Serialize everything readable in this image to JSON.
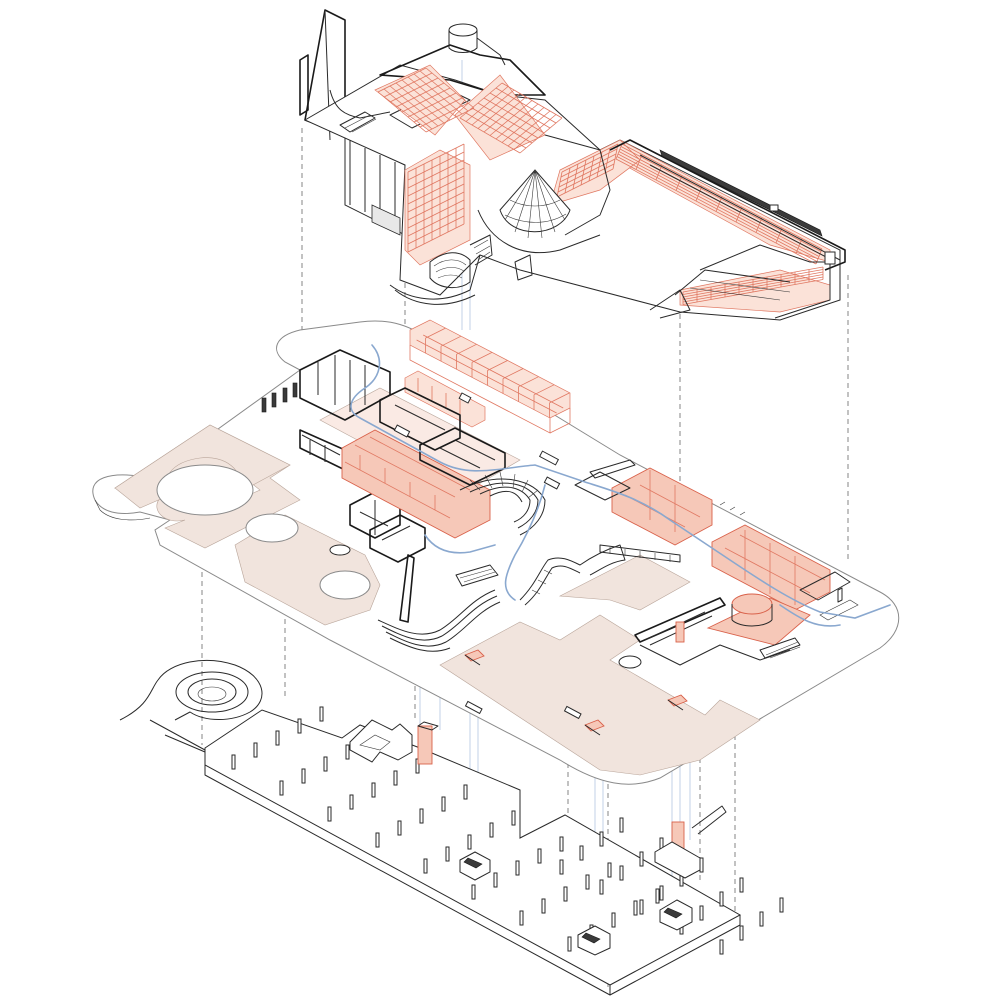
{
  "diagram": {
    "view": "exploded-axonometric",
    "layers": [
      {
        "id": "roof",
        "label": ""
      },
      {
        "id": "ground-level",
        "label": ""
      },
      {
        "id": "parking-level",
        "label": ""
      }
    ],
    "colors": {
      "outline": "#2a2a2a",
      "plate": "#ffffff",
      "hardscape": "#f1e4dd",
      "highlight": "#e07862",
      "highlight_fill": "#f6c8b8",
      "circulation": "#8aa8cf",
      "projection": "#666666"
    }
  }
}
